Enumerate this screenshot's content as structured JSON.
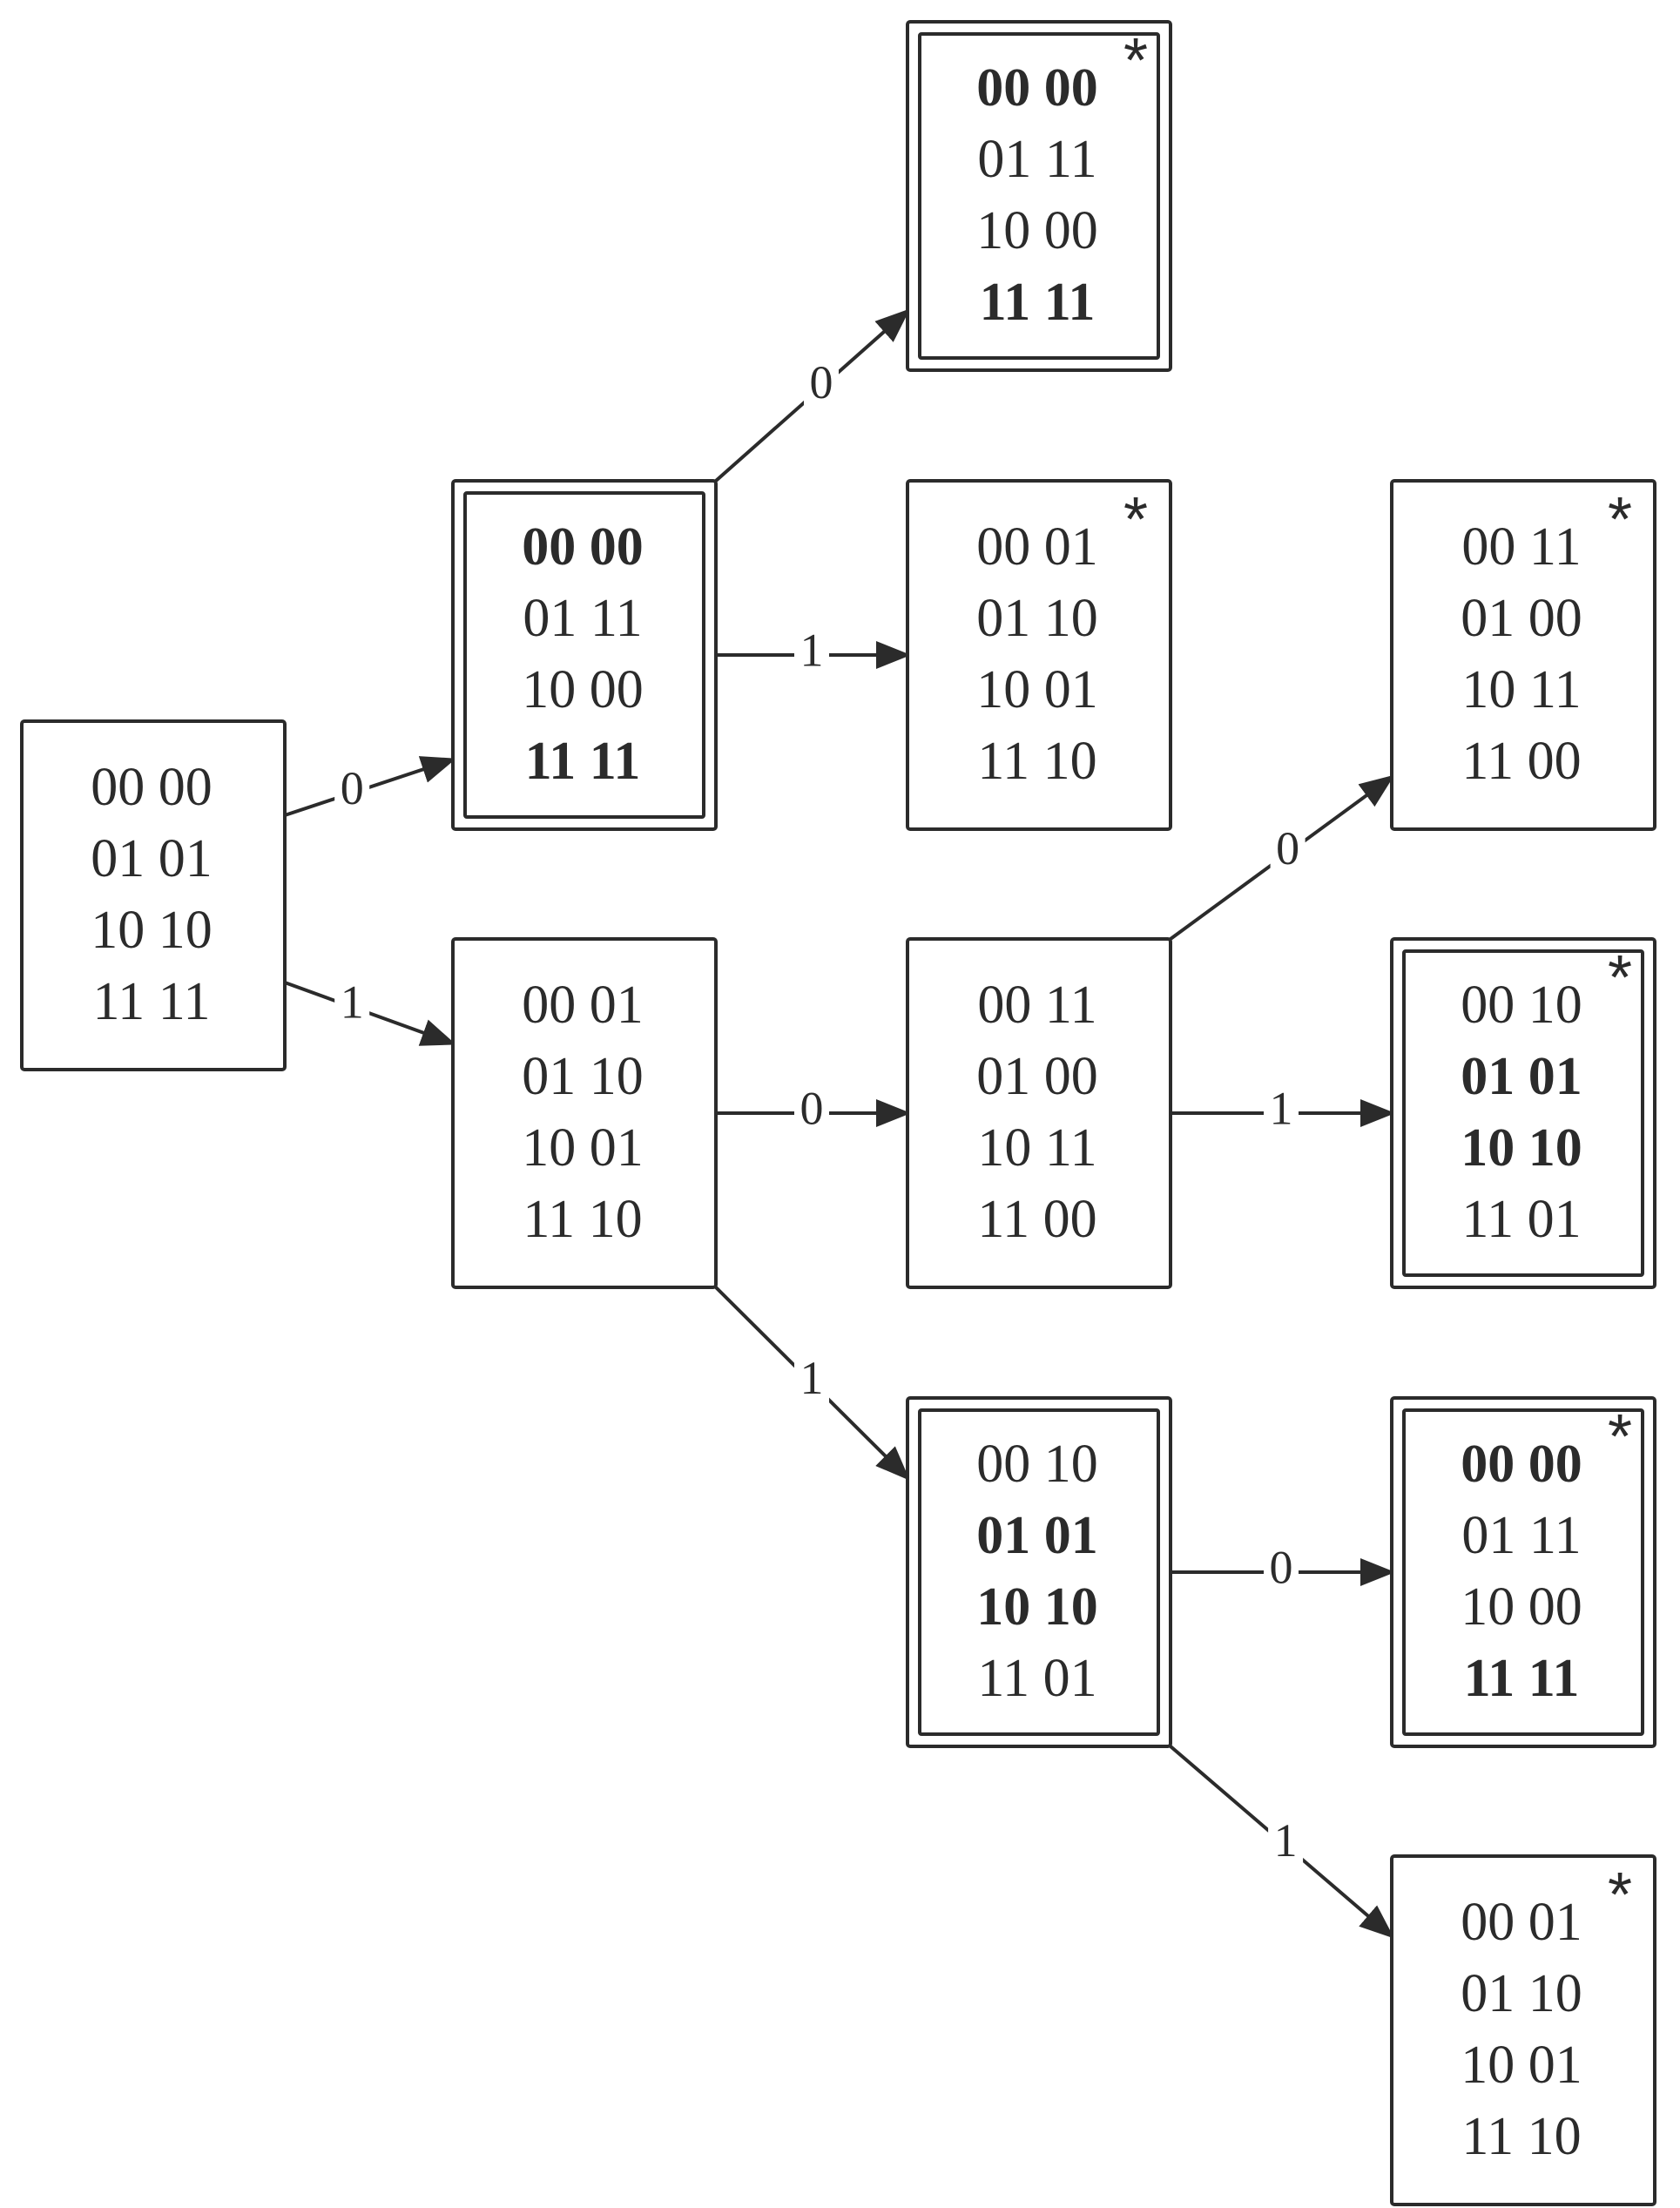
{
  "diagram": {
    "nodes": [
      {
        "id": "root",
        "double": false,
        "star": false,
        "rows": [
          {
            "text": "00 00",
            "bold": false
          },
          {
            "text": "01 01",
            "bold": false
          },
          {
            "text": "10 10",
            "bold": false
          },
          {
            "text": "11 11",
            "bold": false
          }
        ]
      },
      {
        "id": "n0",
        "double": true,
        "star": false,
        "rows": [
          {
            "text": "00 00",
            "bold": true
          },
          {
            "text": "01 11",
            "bold": false
          },
          {
            "text": "10 00",
            "bold": false
          },
          {
            "text": "11 11",
            "bold": true
          }
        ]
      },
      {
        "id": "n1",
        "double": false,
        "star": false,
        "rows": [
          {
            "text": "00 01",
            "bold": false
          },
          {
            "text": "01 10",
            "bold": false
          },
          {
            "text": "10 01",
            "bold": false
          },
          {
            "text": "11 10",
            "bold": false
          }
        ]
      },
      {
        "id": "n00",
        "double": true,
        "star": true,
        "rows": [
          {
            "text": "00 00",
            "bold": true
          },
          {
            "text": "01 11",
            "bold": false
          },
          {
            "text": "10 00",
            "bold": false
          },
          {
            "text": "11 11",
            "bold": true
          }
        ]
      },
      {
        "id": "n01",
        "double": false,
        "star": true,
        "rows": [
          {
            "text": "00 01",
            "bold": false
          },
          {
            "text": "01 10",
            "bold": false
          },
          {
            "text": "10 01",
            "bold": false
          },
          {
            "text": "11 10",
            "bold": false
          }
        ]
      },
      {
        "id": "n10",
        "double": false,
        "star": false,
        "rows": [
          {
            "text": "00 11",
            "bold": false
          },
          {
            "text": "01 00",
            "bold": false
          },
          {
            "text": "10 11",
            "bold": false
          },
          {
            "text": "11 00",
            "bold": false
          }
        ]
      },
      {
        "id": "n11",
        "double": true,
        "star": false,
        "rows": [
          {
            "text": "00 10",
            "bold": false
          },
          {
            "text": "01 01",
            "bold": true
          },
          {
            "text": "10 10",
            "bold": true
          },
          {
            "text": "11 01",
            "bold": false
          }
        ]
      },
      {
        "id": "n100",
        "double": false,
        "star": true,
        "rows": [
          {
            "text": "00 11",
            "bold": false
          },
          {
            "text": "01 00",
            "bold": false
          },
          {
            "text": "10 11",
            "bold": false
          },
          {
            "text": "11 00",
            "bold": false
          }
        ]
      },
      {
        "id": "n101",
        "double": true,
        "star": true,
        "rows": [
          {
            "text": "00 10",
            "bold": false
          },
          {
            "text": "01 01",
            "bold": true
          },
          {
            "text": "10 10",
            "bold": true
          },
          {
            "text": "11 01",
            "bold": false
          }
        ]
      },
      {
        "id": "n110",
        "double": true,
        "star": true,
        "rows": [
          {
            "text": "00 00",
            "bold": true
          },
          {
            "text": "01 11",
            "bold": false
          },
          {
            "text": "10 00",
            "bold": false
          },
          {
            "text": "11 11",
            "bold": true
          }
        ]
      },
      {
        "id": "n111",
        "double": false,
        "star": true,
        "rows": [
          {
            "text": "00 01",
            "bold": false
          },
          {
            "text": "01 10",
            "bold": false
          },
          {
            "text": "10 01",
            "bold": false
          },
          {
            "text": "11 10",
            "bold": false
          }
        ]
      }
    ],
    "edges": [
      {
        "from": "root",
        "to": "n0",
        "label": "0"
      },
      {
        "from": "root",
        "to": "n1",
        "label": "1"
      },
      {
        "from": "n0",
        "to": "n00",
        "label": "0"
      },
      {
        "from": "n0",
        "to": "n01",
        "label": "1"
      },
      {
        "from": "n1",
        "to": "n10",
        "label": "0"
      },
      {
        "from": "n1",
        "to": "n11",
        "label": "1"
      },
      {
        "from": "n10",
        "to": "n100",
        "label": "0"
      },
      {
        "from": "n10",
        "to": "n101",
        "label": "1"
      },
      {
        "from": "n11",
        "to": "n110",
        "label": "0"
      },
      {
        "from": "n11",
        "to": "n111",
        "label": "1"
      }
    ],
    "star_symbol": "*",
    "colors": {
      "stroke": "#2b2b2b",
      "background": "#ffffff"
    }
  }
}
